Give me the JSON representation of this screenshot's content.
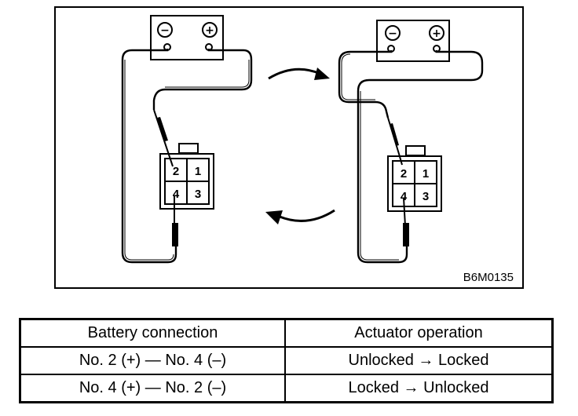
{
  "figure": {
    "code": "B6M0135",
    "left_connector": {
      "pins": [
        "2",
        "1",
        "4",
        "3"
      ]
    },
    "right_connector": {
      "pins": [
        "2",
        "1",
        "4",
        "3"
      ]
    },
    "battery": {
      "negative_symbol": "−",
      "positive_symbol": "+"
    }
  },
  "table": {
    "headers": [
      "Battery connection",
      "Actuator operation"
    ],
    "rows": [
      [
        "No. 2 (+) — No. 4 (–)",
        "Unlocked → Locked"
      ],
      [
        "No. 4 (+) — No. 2 (–)",
        "Locked → Unlocked"
      ]
    ]
  }
}
